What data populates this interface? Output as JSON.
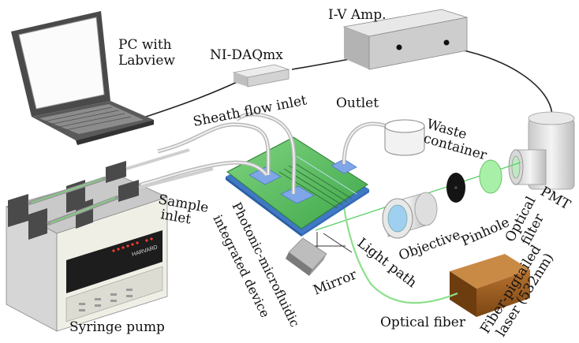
{
  "labels": {
    "pc": [
      "PC with",
      "Labview"
    ],
    "daq": "NI-DAQmx",
    "iv_amp": "I-V Amp.",
    "sheath_inlet": "Sheath flow inlet",
    "outlet": "Outlet",
    "waste": [
      "Waste",
      "container"
    ],
    "sample_inlet": [
      "Sample",
      "inlet"
    ],
    "device": [
      "Photonic-microfluidic",
      "integrated device"
    ],
    "light_path": "Light path",
    "mirror": "Mirror",
    "objective": "Objective",
    "pinhole": "Pinhole",
    "optical_filter": [
      "Optical",
      "filter"
    ],
    "pmt": "PMT",
    "laser": [
      "Fiber-pigtailed",
      "laser (532nm)"
    ],
    "optical_fiber": "Optical fiber",
    "syringe_pump": "Syringe pump",
    "pump_brand": "HARVARD"
  },
  "colors": {
    "chip_green": "#5fbf5f",
    "chip_blue": "#5a8fd0",
    "fiber_green": "#7ed67e",
    "filter_green": "#9ff0a0",
    "laser_brown": "#9a5a1c",
    "display_red": "#ff3b2f"
  }
}
